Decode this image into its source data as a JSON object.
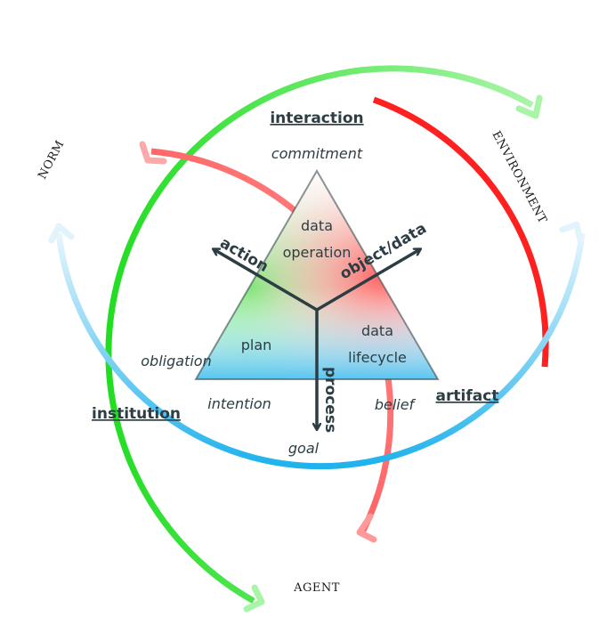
{
  "outer_ring": {
    "norm_label": "NORM",
    "environment_label": "ENVIRONMENT",
    "agent_label": "AGENT"
  },
  "corners": {
    "top": "interaction",
    "right": "artifact",
    "left": "institution"
  },
  "vertices": {
    "top": "commitment",
    "left": "obligation",
    "bottom_left": "intention",
    "bottom_right": "belief",
    "bottom": "goal"
  },
  "regions": {
    "top_line1": "data",
    "top_line2": "operation",
    "left": "plan",
    "right_line1": "data",
    "right_line2": "lifecycle"
  },
  "axes": {
    "left": "action",
    "right": "object/data",
    "down": "process"
  },
  "colors": {
    "norm": "#22dd22",
    "environment": "#ff2020",
    "agent": "#1fb2ec",
    "ink": "#2c3e44"
  }
}
